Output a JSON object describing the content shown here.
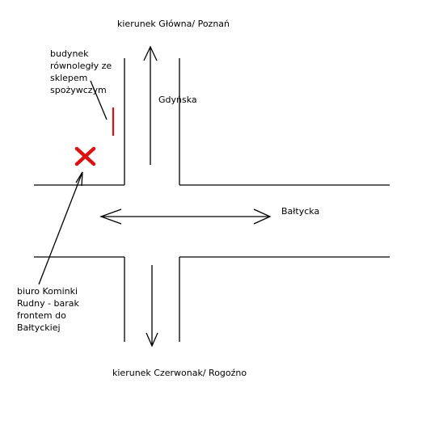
{
  "labels": {
    "north_direction": "kierunek Główna/ Poznań",
    "street_vertical": "Gdyńska",
    "street_horizontal": "Bałtycka",
    "south_direction": "kierunek Czerwonak/ Rogoźno",
    "building_note": [
      "budynek",
      "równoległy ze",
      "sklepem",
      "spożywczym"
    ],
    "office_note": [
      "biuro Kominki",
      "Rudny - barak",
      "frontem do",
      "Bałtyckiej"
    ]
  },
  "colors": {
    "ink": "#000000",
    "marker": "#dd1111",
    "background": "#ffffff"
  },
  "markers": {
    "office_marker": "x-mark",
    "building_marker": "red-line"
  }
}
